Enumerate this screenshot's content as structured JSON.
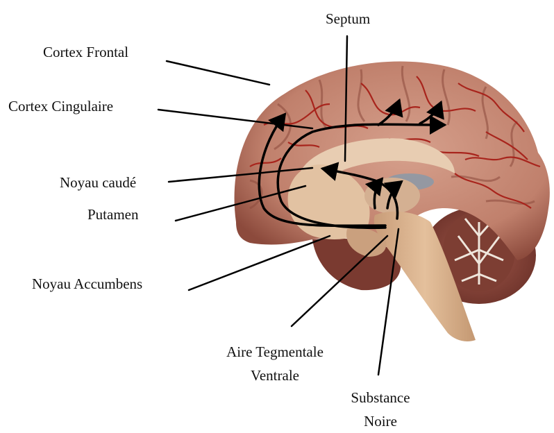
{
  "labels": {
    "septum": "Septum",
    "cortex_frontal": "Cortex Frontal",
    "cortex_cingulaire": "Cortex Cingulaire",
    "noyau_caude": "Noyau caudé",
    "putamen": "Putamen",
    "noyau_accumbens": "Noyau Accumbens",
    "aire_tegmentale_line1": "Aire Tegmentale",
    "aire_tegmentale_line2": "Ventrale",
    "substance_noire_line1": "Substance",
    "substance_noire_line2": "Noire"
  },
  "colors": {
    "background": "#ffffff",
    "text": "#111111",
    "leader_line": "#000000",
    "cortex": "#c58a78",
    "cortex_shadow": "#8c4a3c",
    "vessels": "#a8241c",
    "white_matter": "#e6c6a8",
    "brainstem": "#dcb48e",
    "cerebellum": "#8e4a3e",
    "cerebellum_white": "#efe6dc",
    "ventricle": "#8a99a8"
  }
}
